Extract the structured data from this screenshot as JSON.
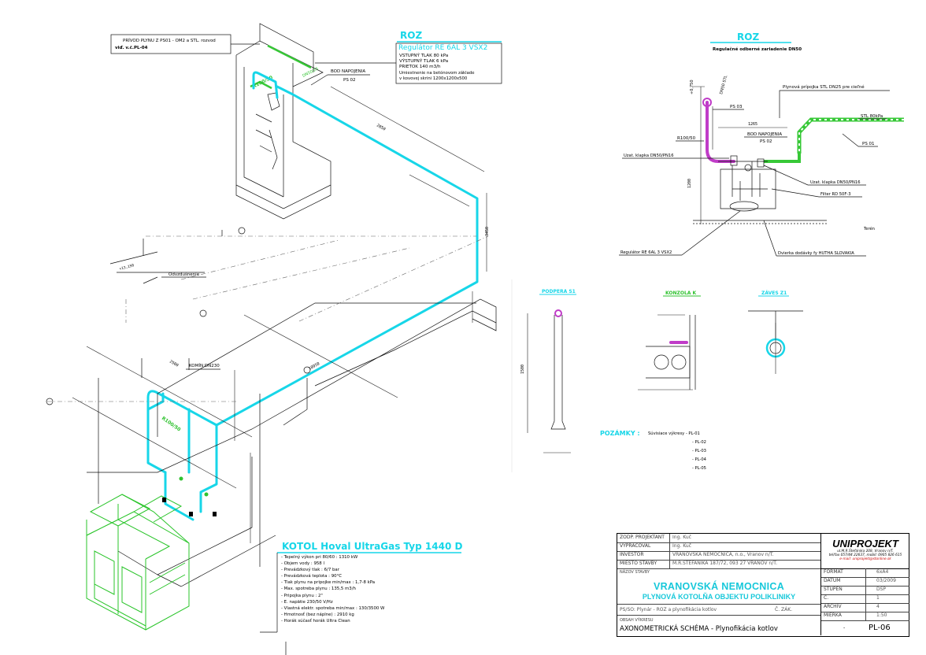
{
  "top_callout": {
    "line1": "PRÍVOD PLYNU Z PS01 - OM2 a STL. rozvod",
    "line2": "viď. v.č.PL-04"
  },
  "roz_main": {
    "title": "ROZ",
    "regulator": "Regulátor RE 6AL 3 VSX2",
    "inlet_pressure": "VSTUPNÝ TLAK 80 kPa",
    "outlet_pressure": "VÝSTUPNÝ TLAK 6 kPa",
    "flow": "PRIETOK 140 m3/h",
    "placement1": "Umiestnenie na betónovom základe",
    "placement2": "v kovovej skrini 1200x1200x500"
  },
  "bod_napojenia": {
    "label": "BOD NAPOJENIA",
    "ps": "PS 02"
  },
  "misc_labels": {
    "odvzdusnenie": "Odvzdušnenie",
    "komin": "KOMÍN DN230"
  },
  "roz_detail": {
    "title": "ROZ",
    "subtitle": "Regulačné odberné zariadenie DN50",
    "pripojka": "Plynová prípojka STL DN25 pre cieľné",
    "stl": "STL 80kPa",
    "ps01": "PS 01",
    "ps02": "PS 02",
    "ps03": "PS 03",
    "bod": "BOD NAPOJENIA",
    "r100": "R100/50",
    "klapka1": "Uzat. klapka DN50/PN16",
    "klapka2": "Uzat. klapka DN50/PN16",
    "filter": "Filter RD 50F-3",
    "teren": "Terén",
    "regulator": "Regulátor RE 6AL 3 VSX2",
    "skrina": "Dvierka dodávky fy HUTHA SLOVAKIA"
  },
  "supports": {
    "s1": "PODPERA S1",
    "k": "KONZOLA K",
    "z1": "ZÁVES Z1"
  },
  "notes": {
    "title": "POZÁMKY :",
    "line1": "Súvisiace výkresy - PL-01",
    "items": [
      "- PL-02",
      "- PL-03",
      "- PL-04",
      "- PL-05"
    ]
  },
  "boiler": {
    "title": "KOTOL Hoval UltraGas Typ 1440 D",
    "specs": [
      "- Tepelný výkon pri 80/60 : 1310 kW",
      "- Objem vody : 958 l",
      "- Prevádzkový tlak : 6/7 bar",
      "- Prevádzková teplota : 90°C",
      "- Tlak plynu na pripojke min/max : 1,7-8 kPa",
      "- Max. spotreba plynu : 135,5 m3/h",
      "- Pripojka plynu : 2\"",
      "- E. napätie 230/50 V/Hz",
      "- Vlastná elektr. spotreba min/max : 130/3500 W",
      "- Hmotnosť (bez náplne) : 2910 kg",
      "- Horák súčasť horák Ultra Clean"
    ]
  },
  "title_block": {
    "rows": [
      {
        "label": "ZODP. PROJEKTANT",
        "value": "Ing. Kuč"
      },
      {
        "label": "VYPRACOVAL",
        "value": "Ing. Kuč"
      },
      {
        "label": "INVESTOR",
        "value": "VRANOVSKÁ NEMOCNICA, n.o., Vranov n/T."
      },
      {
        "label": "MIESTO STAVBY",
        "value": "M.R.ŠTEFÁNIKA 187/72, 093 27 VRANOV n/T."
      }
    ],
    "company": "UNIPROJEKT",
    "company_addr1": "ul.M.R.Štefánika 208, Vranov n/T.",
    "company_addr2": "tel/fax 057/44 22637, mobil: 0905 826 615",
    "company_mail": "e-mail: uniprojekt@stonline.sk",
    "right_rows": [
      {
        "label": "FORMÁT",
        "value": "6xA4"
      },
      {
        "label": "DÁTUM",
        "value": "03/2009"
      },
      {
        "label": "STUPEŇ",
        "value": "DSP"
      },
      {
        "label": "Č.",
        "value": "1"
      },
      {
        "label": "ARCHÍV",
        "value": "4"
      },
      {
        "label": "MIERKA",
        "value": "1:50"
      }
    ],
    "stavba_label": "NÁZOV STAVBY",
    "project_line1": "VRANOVSKÁ NEMOCNICA",
    "project_line2": "PLYNOVÁ KOTOLŇA OBJEKTU POLIKLINIKY",
    "part": "PS/SO: Plynár - ROZ a plynofikácia kotlov",
    "part_code": "Č. ZÁK.",
    "sheet_label": "OBSAH VÝKRESU",
    "sheet_title": "AXONOMETRICKÁ SCHÉMA - Plynofikácia kotlov",
    "scale": "-",
    "dwg_no": "PL-06"
  },
  "colors": {
    "gas_pipe": "#17d6e8",
    "boiler_outline": "#28c428",
    "vertical_riser": "#c03cc8"
  }
}
